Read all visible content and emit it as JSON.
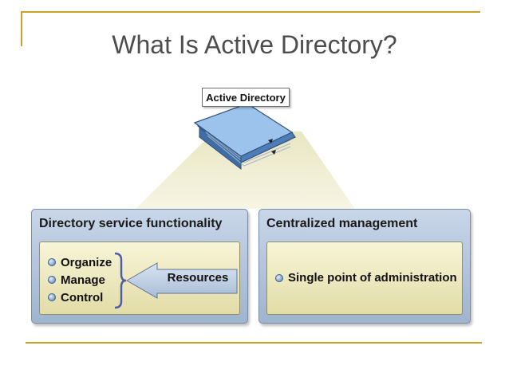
{
  "slide": {
    "title": "What Is Active Directory?"
  },
  "diagram": {
    "top_label": "Active Directory",
    "left_panel": {
      "heading": "Directory service functionality",
      "items": [
        "Organize",
        "Manage",
        "Control"
      ],
      "arrow_label": "Resources"
    },
    "right_panel": {
      "heading": "Centralized management",
      "items": [
        "Single point of administration"
      ]
    }
  },
  "colors": {
    "accent_frame": "#c9a227",
    "panel_blue": "#b4c6de",
    "inner_cream": "#eeead0",
    "beam": "#f3f1d8"
  }
}
